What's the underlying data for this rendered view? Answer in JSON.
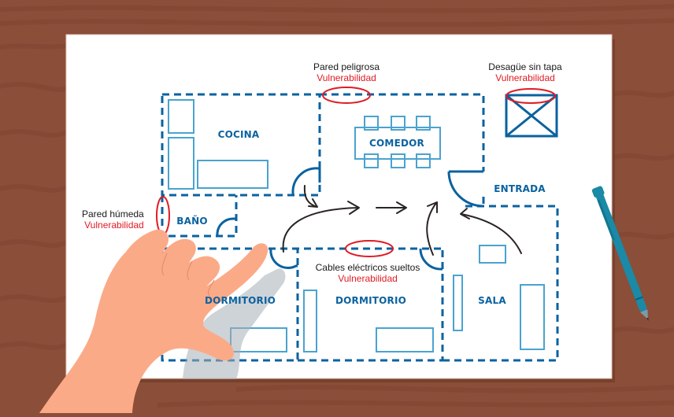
{
  "title": "Plano de vivienda con vulnerabilidades",
  "colors": {
    "wood": "#8b4e38",
    "paper": "#ffffff",
    "wall": "#0a62a0",
    "furniture": "#4aa3cf",
    "vulnerability": "#e01b24",
    "arrow": "#2a2422",
    "skin": "#fbaa88",
    "pen": "#1a8aa6"
  },
  "rooms": [
    {
      "id": "cocina",
      "label": "COCINA"
    },
    {
      "id": "comedor",
      "label": "COMEDOR"
    },
    {
      "id": "entrada",
      "label": "ENTRADA"
    },
    {
      "id": "bano",
      "label": "BAÑO"
    },
    {
      "id": "dormitorio1",
      "label": "DORMITORIO"
    },
    {
      "id": "dormitorio2",
      "label": "DORMITORIO"
    },
    {
      "id": "sala",
      "label": "SALA"
    }
  ],
  "hazards": [
    {
      "id": "pared-peligrosa",
      "title": "Pared peligrosa",
      "tag": "Vulnerabilidad"
    },
    {
      "id": "desague",
      "title": "Desagüe sin tapa",
      "tag": "Vulnerabilidad"
    },
    {
      "id": "pared-humeda",
      "title": "Pared húmeda",
      "tag": "Vulnerabilidad"
    },
    {
      "id": "cables",
      "title": "Cables eléctricos sueltos",
      "tag": "Vulnerabilidad"
    }
  ]
}
